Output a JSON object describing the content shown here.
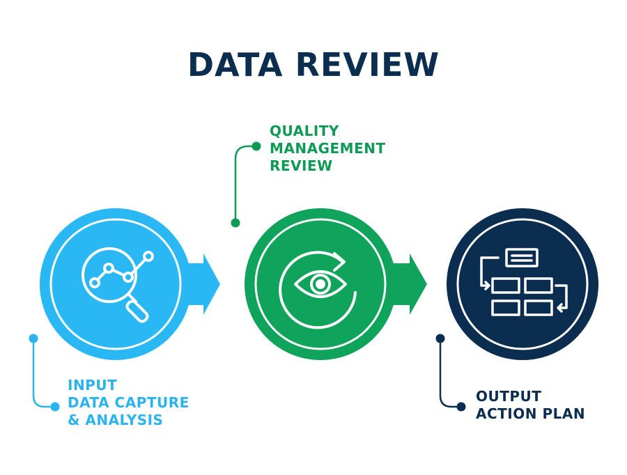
{
  "title": "DATA REVIEW",
  "colors": {
    "input": "#2ab8f5",
    "quality": "#0fa35b",
    "output": "#0b2d50",
    "title": "#0b2d50"
  },
  "stages": [
    {
      "id": "input",
      "icon": "magnifier-data-icon",
      "label_lines": [
        "INPUT",
        "DATA CAPTURE",
        "& ANALYSIS"
      ]
    },
    {
      "id": "quality",
      "icon": "eye-refresh-icon",
      "label_lines": [
        "QUALITY",
        "MANAGEMENT",
        "REVIEW"
      ]
    },
    {
      "id": "output",
      "icon": "flowchart-icon",
      "label_lines": [
        "OUTPUT",
        "ACTION PLAN"
      ]
    }
  ]
}
